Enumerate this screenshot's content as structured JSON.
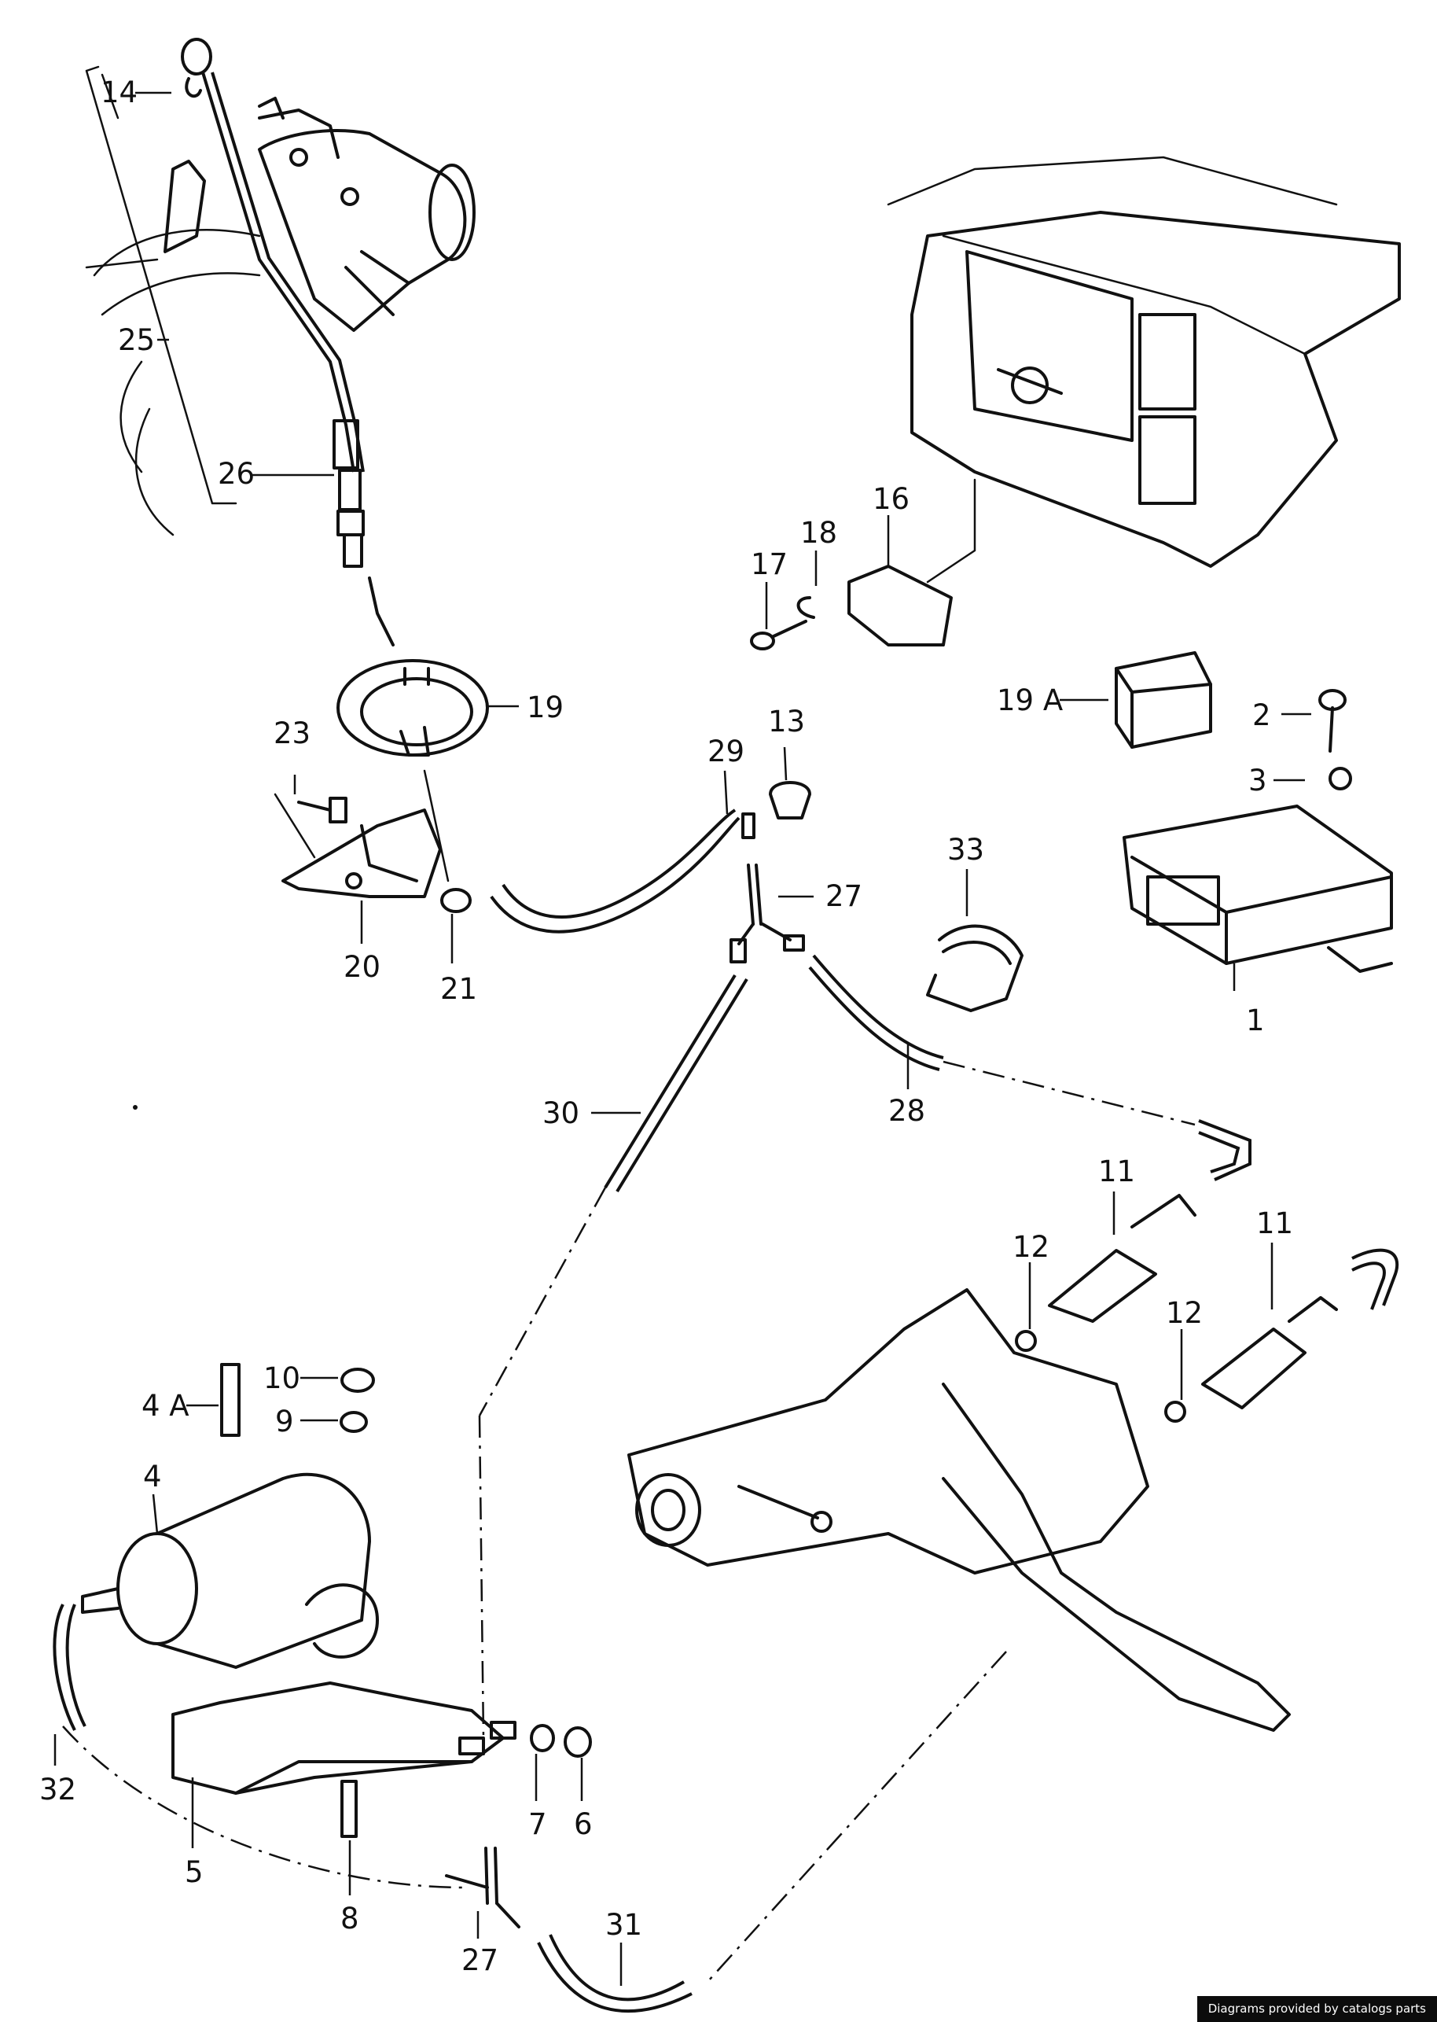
{
  "labels": {
    "p1": "1",
    "p2": "2",
    "p3": "3",
    "p4": "4",
    "p4a": "4 A",
    "p5": "5",
    "p6": "6",
    "p7": "7",
    "p8": "8",
    "p9": "9",
    "p10": "10",
    "p11a": "11",
    "p11b": "11",
    "p12a": "12",
    "p12b": "12",
    "p13": "13",
    "p14": "14",
    "p16": "16",
    "p17": "17",
    "p18": "18",
    "p19": "19",
    "p19a": "19 A",
    "p20": "20",
    "p21": "21",
    "p23": "23",
    "p25": "25",
    "p26": "26",
    "p27a": "27",
    "p27b": "27",
    "p28": "28",
    "p29": "29",
    "p30": "30",
    "p31": "31",
    "p32": "32",
    "p33": "33"
  },
  "credit": "Diagrams provided by catalogs parts"
}
